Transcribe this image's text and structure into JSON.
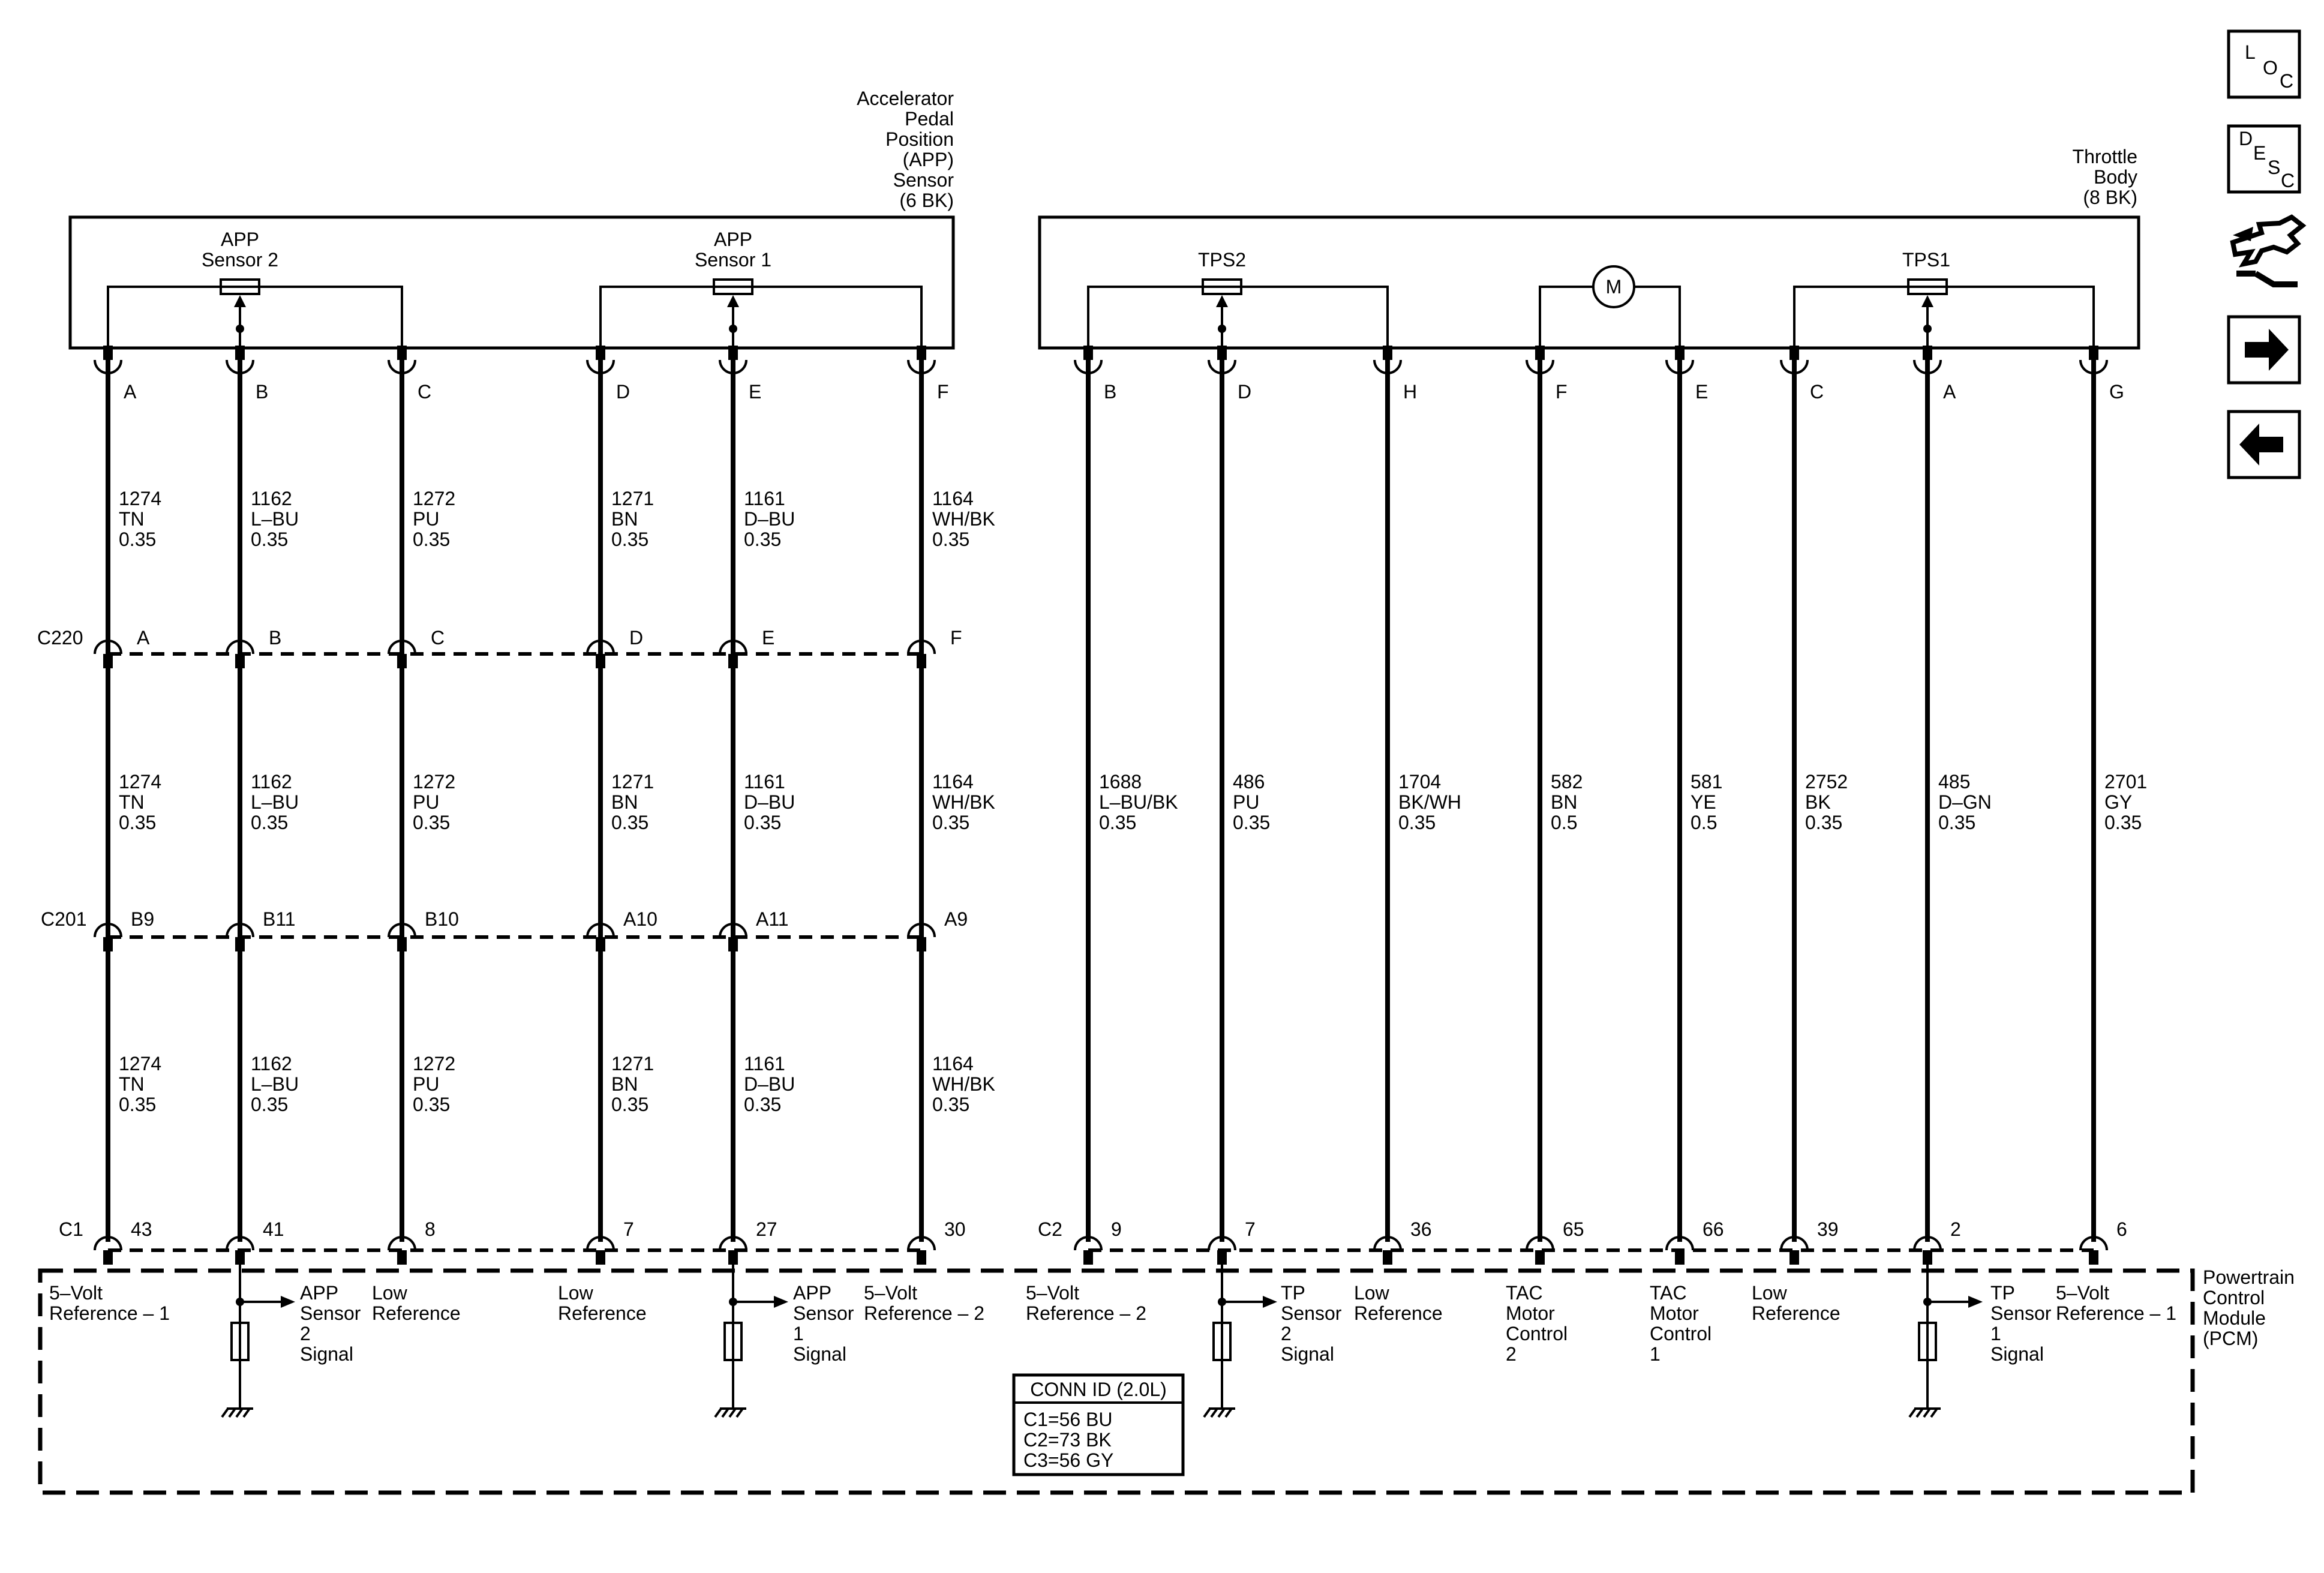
{
  "app_sensor": {
    "title_lines": [
      "Accelerator",
      "Pedal",
      "Position",
      "(APP)",
      "Sensor",
      "(6 BK)"
    ],
    "sensor2_lines": [
      "APP",
      "Sensor 2"
    ],
    "sensor1_lines": [
      "APP",
      "Sensor 1"
    ]
  },
  "throttle_body": {
    "title_lines": [
      "Throttle",
      "Body",
      "(8 BK)"
    ],
    "tps2": "TPS2",
    "tps1": "TPS1",
    "motor": "M"
  },
  "nav": {
    "loc": [
      "L",
      "O",
      "C"
    ],
    "desc": [
      "D",
      "E",
      "S",
      "C"
    ]
  },
  "connectors": {
    "c220": "C220",
    "c201": "C201",
    "c1": "C1",
    "c2": "C2"
  },
  "app_wires": [
    {
      "pin": "A",
      "c220": "A",
      "c201": "B9",
      "c1": "43",
      "circuit": "1274",
      "color": "TN",
      "size": "0.35"
    },
    {
      "pin": "B",
      "c220": "B",
      "c201": "B11",
      "c1": "41",
      "circuit": "1162",
      "color": "L–BU",
      "size": "0.35"
    },
    {
      "pin": "C",
      "c220": "C",
      "c201": "B10",
      "c1": "8",
      "circuit": "1272",
      "color": "PU",
      "size": "0.35"
    },
    {
      "pin": "D",
      "c220": "D",
      "c201": "A10",
      "c1": "7",
      "circuit": "1271",
      "color": "BN",
      "size": "0.35"
    },
    {
      "pin": "E",
      "c220": "E",
      "c201": "A11",
      "c1": "27",
      "circuit": "1161",
      "color": "D–BU",
      "size": "0.35"
    },
    {
      "pin": "F",
      "c220": "F",
      "c201": "A9",
      "c1": "30",
      "circuit": "1164",
      "color": "WH/BK",
      "size": "0.35"
    }
  ],
  "tb_wires": [
    {
      "pin": "B",
      "c2": "9",
      "circuit": "1688",
      "color": "L–BU/BK",
      "size": "0.35"
    },
    {
      "pin": "D",
      "c2": "7",
      "circuit": "486",
      "color": "PU",
      "size": "0.35"
    },
    {
      "pin": "H",
      "c2": "36",
      "circuit": "1704",
      "color": "BK/WH",
      "size": "0.35"
    },
    {
      "pin": "F",
      "c2": "65",
      "circuit": "582",
      "color": "BN",
      "size": "0.5"
    },
    {
      "pin": "E",
      "c2": "66",
      "circuit": "581",
      "color": "YE",
      "size": "0.5"
    },
    {
      "pin": "C",
      "c2": "39",
      "circuit": "2752",
      "color": "BK",
      "size": "0.35"
    },
    {
      "pin": "A",
      "c2": "2",
      "circuit": "485",
      "color": "D–GN",
      "size": "0.35"
    },
    {
      "pin": "G",
      "c2": "6",
      "circuit": "2701",
      "color": "GY",
      "size": "0.35"
    }
  ],
  "pcm": {
    "title_lines": [
      "Powertrain",
      "Control",
      "Module",
      "(PCM)"
    ],
    "app_labels": [
      [
        "5–Volt",
        "Reference – 1"
      ],
      [
        "APP",
        "Sensor",
        "2",
        "Signal"
      ],
      [
        "Low",
        "Reference"
      ],
      [
        "Low",
        "Reference"
      ],
      [
        "APP",
        "Sensor",
        "1",
        "Signal"
      ],
      [
        "5–Volt",
        "Reference – 2"
      ]
    ],
    "tb_labels": [
      [
        "5–Volt",
        "Reference – 2"
      ],
      [
        "TP",
        "Sensor",
        "2",
        "Signal"
      ],
      [
        "Low",
        "Reference"
      ],
      [
        "TAC",
        "Motor",
        "Control",
        "2"
      ],
      [
        "TAC",
        "Motor",
        "Control",
        "1"
      ],
      [
        "Low",
        "Reference"
      ],
      [
        "TP",
        "Sensor",
        "1",
        "Signal"
      ],
      [
        "5–Volt",
        "Reference – 1"
      ]
    ],
    "conn_id": {
      "title": "CONN ID (2.0L)",
      "lines": [
        "C1=56 BU",
        "C2=73 BK",
        "C3=56 GY"
      ]
    }
  }
}
